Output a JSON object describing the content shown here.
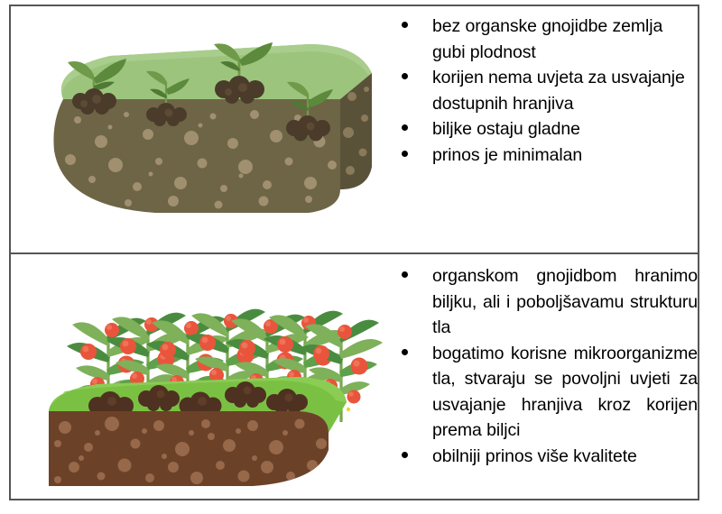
{
  "page": {
    "title": "Usporedba tla bez organske gnojidbe i s organskom gnojidbom",
    "background": "#ffffff",
    "border_color": "#555555"
  },
  "rows": [
    {
      "id": "row-poor-soil",
      "illustration": {
        "name": "poor-soil-block-illustration",
        "alt": "Blok osiromasenog tla s rijetkim malim biljcicama",
        "colors": {
          "grass_top": "#9cc47d",
          "grass_top_light": "#a9cd8c",
          "soil_front": "#6e6546",
          "soil_side": "#5a5238",
          "soil_speckle": "#a39372",
          "mound": "#4b3b2a",
          "mound_light": "#5d4a34",
          "leaf": "#6f9a4a",
          "leaf_dark": "#4f7a34",
          "stem": "#6f9a4a"
        },
        "seedling_count": 4
      },
      "bullets": [
        "bez organske gnojidbe zemlja gubi plodnost",
        "korijen nema uvjeta za usvajanje dostupnih hranjiva",
        "biljke ostaju gladne",
        "prinos je minimalan"
      ]
    },
    {
      "id": "row-rich-soil",
      "illustration": {
        "name": "rich-soil-tomato-block-illustration",
        "alt": "Blok plodnog tla s bujnim biljkama rajcice punim crvenih plodova",
        "colors": {
          "grass_top": "#7ac143",
          "grass_top_light": "#8bcc55",
          "soil_front": "#6b4228",
          "soil_side": "#573venue",
          "soil_speckle": "#97684a",
          "mound": "#4e3120",
          "mound_light": "#5f3d28",
          "leaf": "#7fb05a",
          "leaf_dark": "#4a8c3f",
          "tomato": "#e8553c",
          "tomato_light": "#f07257",
          "flower": "#f2d23c",
          "stem": "#74a84e"
        },
        "plant_count": 7
      },
      "bullets": [
        "organskom gnojidbom hranimo biljku, ali  i  poboljšavamu strukturu tla",
        "bogatimo korisne mikroorganizme tla, stvaraju se povoljni uvjeti za usvajanje hranjiva kroz korijen prema biljci",
        "obilniji prinos više kvalitete"
      ]
    }
  ]
}
